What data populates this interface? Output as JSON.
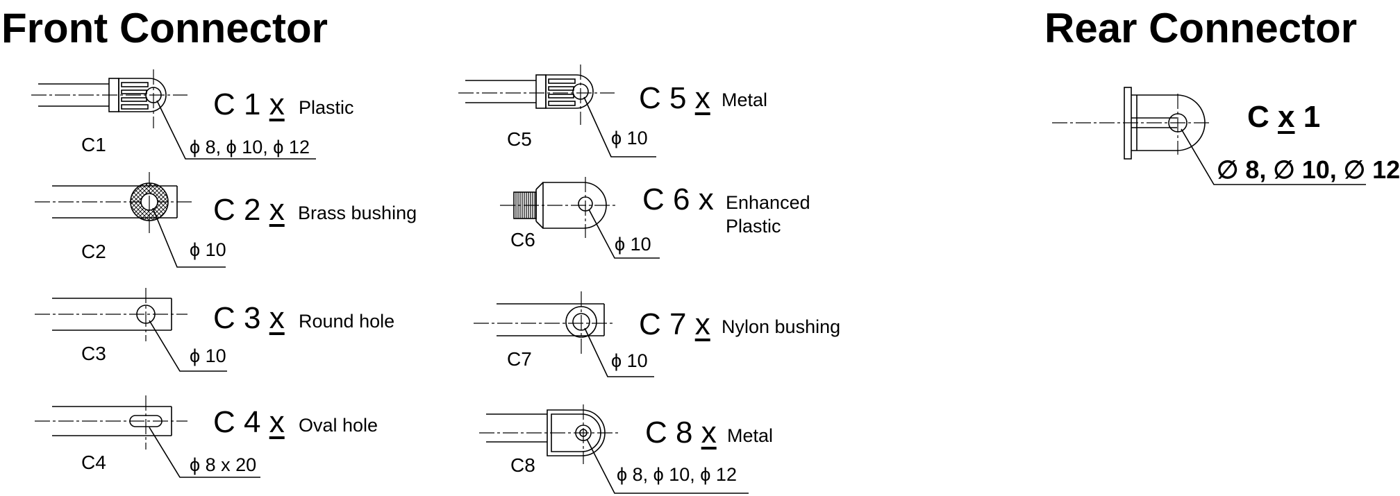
{
  "titles": {
    "front": "Front Connector",
    "rear": "Rear Connector"
  },
  "front_connectors": [
    {
      "id": "C1",
      "code": "C 1",
      "x": "x",
      "material": "Plastic",
      "dims": "ϕ 8, ϕ 10, ϕ 12"
    },
    {
      "id": "C2",
      "code": "C 2",
      "x": "x",
      "material": "Brass bushing",
      "dims": "ϕ 10"
    },
    {
      "id": "C3",
      "code": "C 3",
      "x": "x",
      "material": "Round hole",
      "dims": "ϕ 10"
    },
    {
      "id": "C4",
      "code": "C 4",
      "x": "x",
      "material": "Oval hole",
      "dims": "ϕ 8 x 20"
    },
    {
      "id": "C5",
      "code": "C 5",
      "x": "x",
      "material": "Metal",
      "dims": "ϕ 10"
    },
    {
      "id": "C6",
      "code": "C 6",
      "x": "x",
      "material": "Enhanced Plastic",
      "dims": "ϕ 10"
    },
    {
      "id": "C7",
      "code": "C 7",
      "x": "x",
      "material": "Nylon bushing",
      "dims": "ϕ 10"
    },
    {
      "id": "C8",
      "code": "C 8",
      "x": "x",
      "material": "Metal",
      "dims": "ϕ 8, ϕ 10, ϕ 12"
    }
  ],
  "rear_connector": {
    "code_prefix": "C",
    "x": "x",
    "code_suffix": "1",
    "dims": "∅ 8, ∅ 10, ∅ 12"
  }
}
